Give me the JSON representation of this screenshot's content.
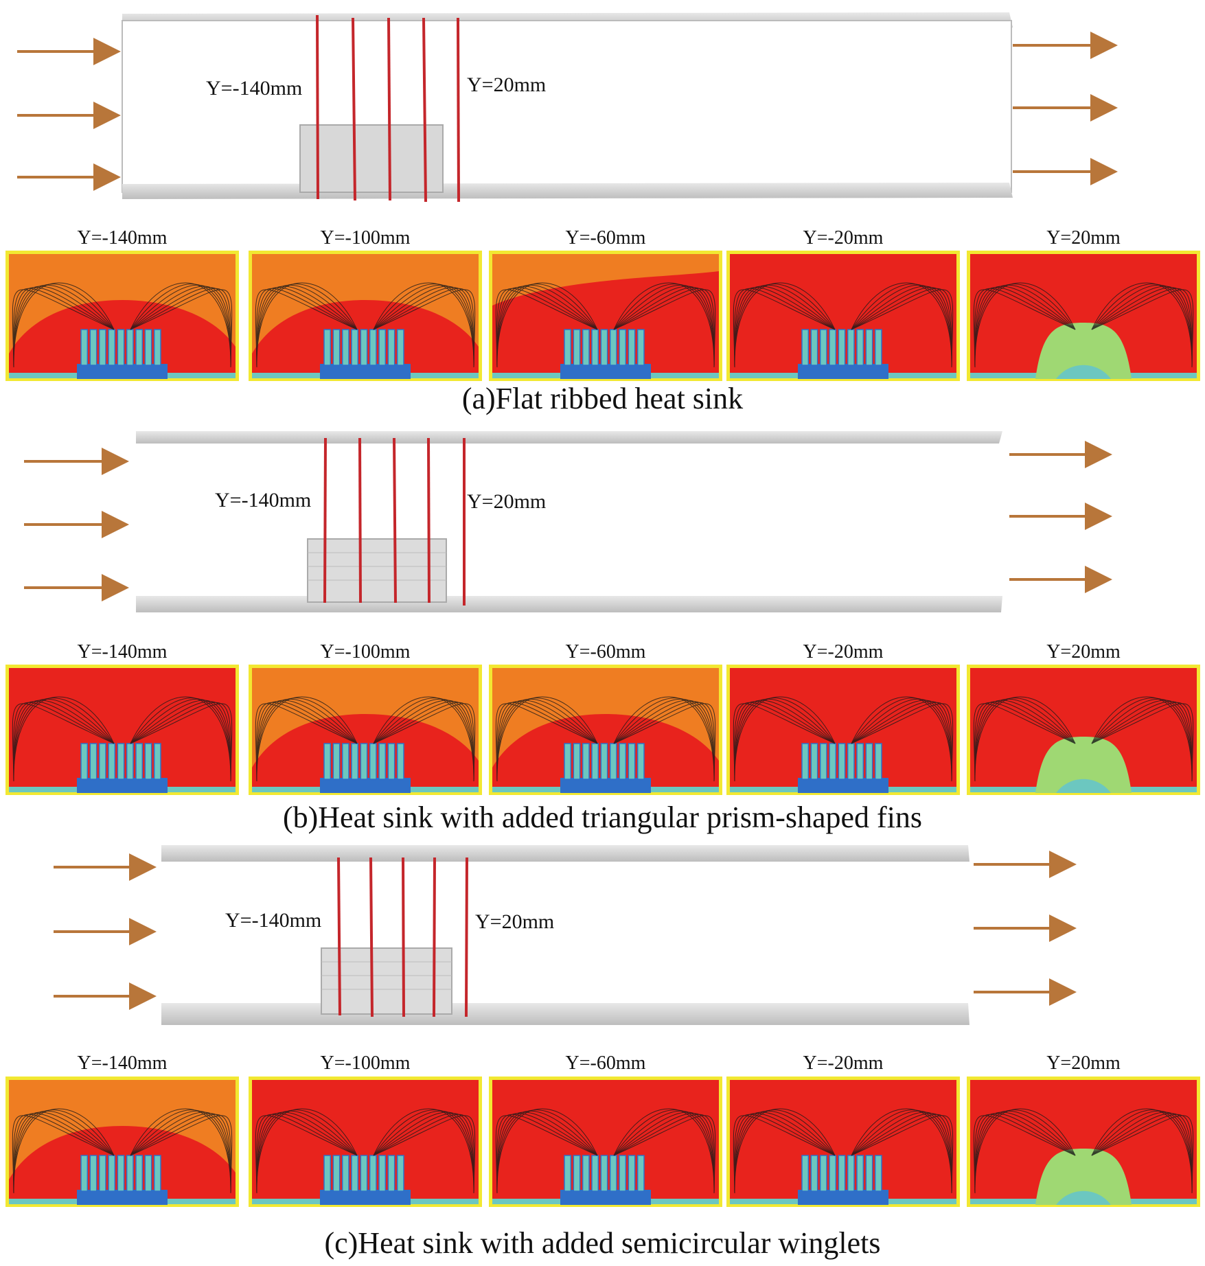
{
  "sections": [
    {
      "id": "a",
      "caption": "(a)Flat ribbed heat sink",
      "channel_labels": {
        "left": "Y=-140mm",
        "right": "Y=20mm"
      },
      "panels": [
        "Y=-140mm",
        "Y=-100mm",
        "Y=-60mm",
        "Y=-20mm",
        "Y=20mm"
      ]
    },
    {
      "id": "b",
      "caption": "(b)Heat sink with added triangular prism-shaped fins",
      "channel_labels": {
        "left": "Y=-140mm",
        "right": "Y=20mm"
      },
      "panels": [
        "Y=-140mm",
        "Y=-100mm",
        "Y=-60mm",
        "Y=-20mm",
        "Y=20mm"
      ]
    },
    {
      "id": "c",
      "caption": "(c)Heat sink with added semicircular winglets",
      "channel_labels": {
        "left": "Y=-140mm",
        "right": "Y=20mm"
      },
      "panels": [
        "Y=-140mm",
        "Y=-100mm",
        "Y=-60mm",
        "Y=-20mm",
        "Y=20mm"
      ]
    }
  ],
  "colors": {
    "arrow": "#b8763a",
    "section_line": "#c4262b",
    "contour_hot": "#e8231d",
    "contour_warm": "#ef7d22",
    "contour_edge": "#f2e832",
    "contour_cool": "#2f6fc8",
    "contour_mid": "#6cc7c0",
    "streamline": "#1a1a1a"
  }
}
